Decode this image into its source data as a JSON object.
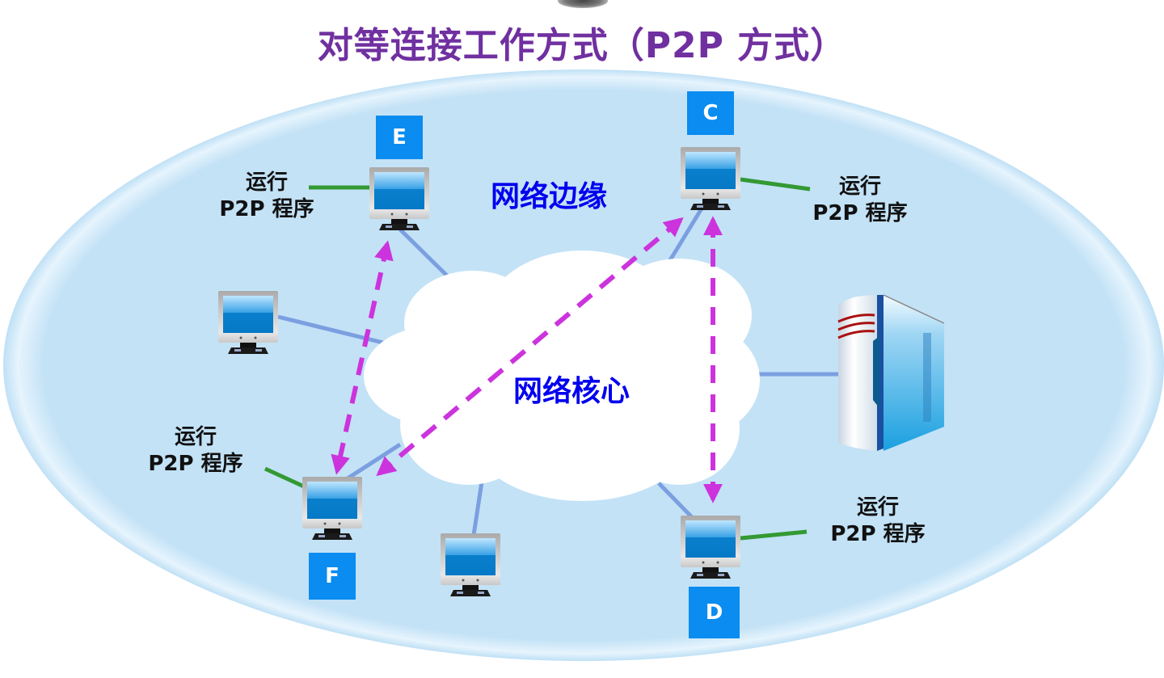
{
  "title": "对等连接工作方式（P2P 方式）",
  "zones": {
    "edge": "网络边缘",
    "core": "网络核心"
  },
  "nodes": [
    {
      "id": "E",
      "badge": "E",
      "runs_p2p": true
    },
    {
      "id": "C",
      "badge": "C",
      "runs_p2p": true
    },
    {
      "id": "F",
      "badge": "F",
      "runs_p2p": true
    },
    {
      "id": "D",
      "badge": "D",
      "runs_p2p": true
    }
  ],
  "p2p_label": {
    "line1": "运行",
    "line2": "P2P 程序"
  },
  "p2p_links": [
    {
      "from": "E",
      "to": "F",
      "style": "dashed-double-arrow"
    },
    {
      "from": "C",
      "to": "F",
      "style": "dashed-double-arrow"
    },
    {
      "from": "C",
      "to": "D",
      "style": "dashed-double-arrow"
    }
  ],
  "other_hosts": [
    "computer-left",
    "computer-bottom",
    "server-right"
  ],
  "colors": {
    "title": "#7030a0",
    "zone_text": "#0000ee",
    "badge": "#0a8cf0",
    "edge_background": "#c3e2f6",
    "cloud": "#ffffff",
    "access_link": "#7b9fe0",
    "p2p_arrow": "#cc33dd",
    "program_link": "#339933"
  }
}
